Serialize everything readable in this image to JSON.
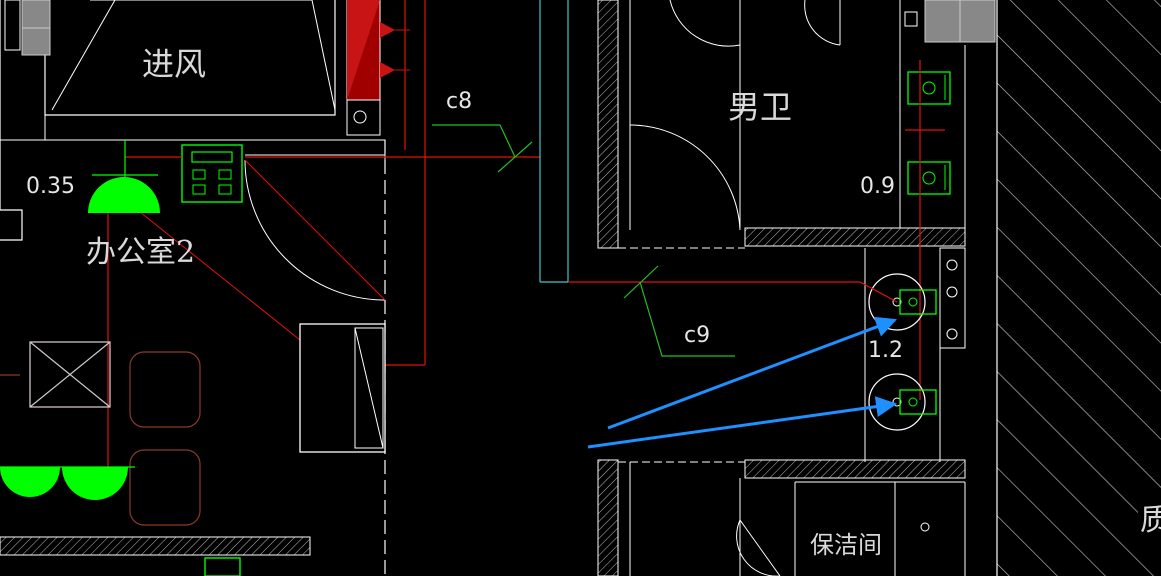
{
  "drawing": {
    "labels": {
      "intake": "进风",
      "office": "办公室2",
      "mens_restroom": "男卫",
      "janitor": "保洁间",
      "edge_fragment": "质"
    },
    "annotations": {
      "c8": "c8",
      "c9": "c9"
    },
    "values": {
      "office_elev": "0.35",
      "mens_elev": "0.9",
      "sink_elev": "1.2"
    },
    "colors": {
      "background": "#000000",
      "wall": "#ffffff",
      "pipe_red": "#e01010",
      "leader_green": "#20c020",
      "fixture_green": "#00ff00",
      "arrow_blue": "#1e90ff",
      "duct_cyan": "#40c8c8",
      "furniture_brown": "#8b3a2a"
    }
  }
}
